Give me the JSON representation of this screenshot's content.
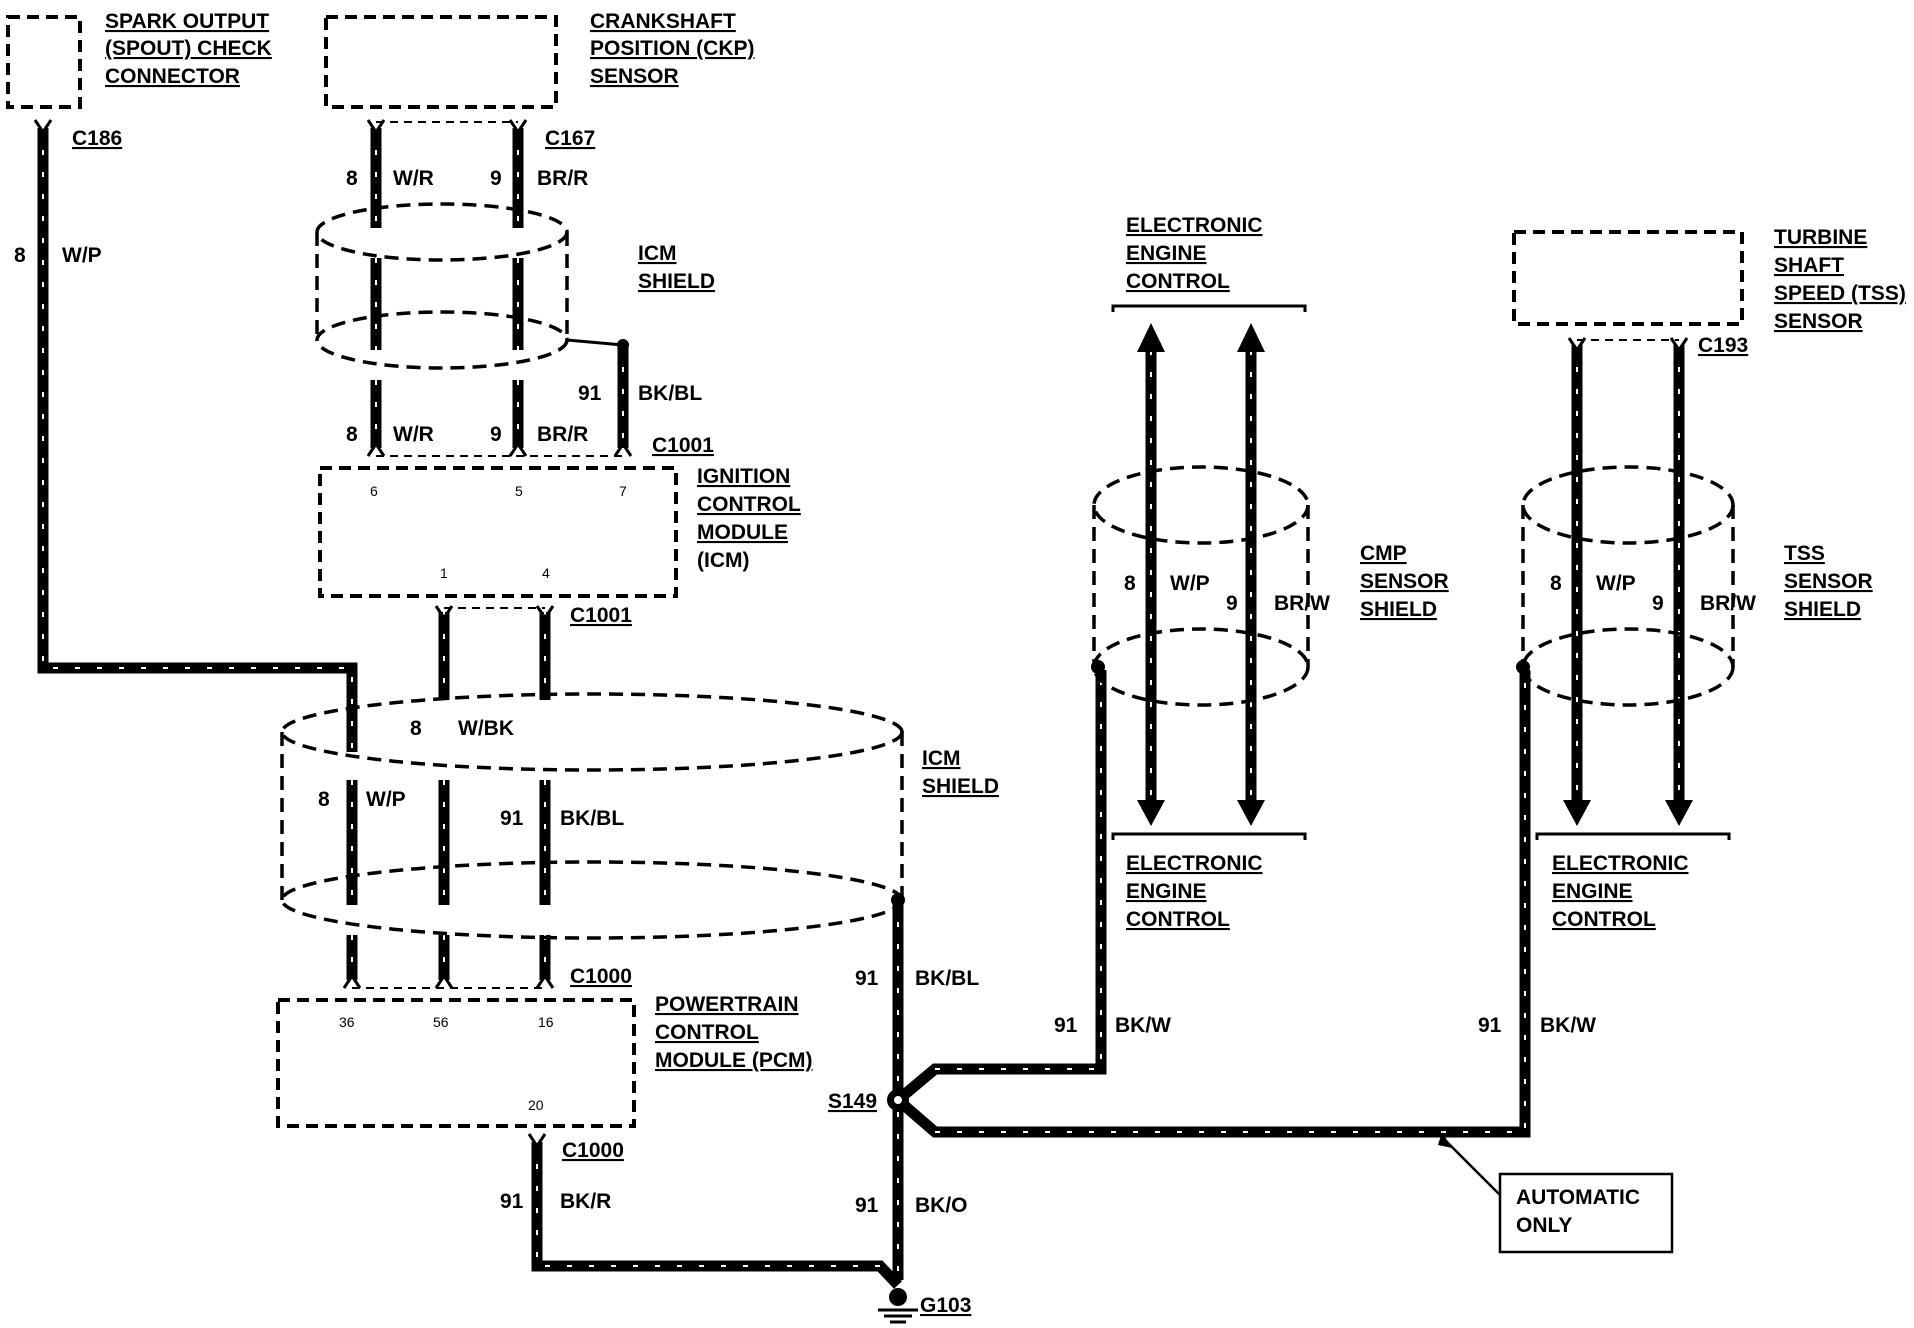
{
  "spout": {
    "title_lines": [
      "SPARK OUTPUT",
      "(SPOUT) CHECK",
      "CONNECTOR"
    ],
    "connector": "C186",
    "circuit": "8",
    "color": "W/P"
  },
  "ckp": {
    "title_lines": [
      "CRANKSHAFT",
      "POSITION (CKP)",
      "SENSOR"
    ],
    "connector": "C167",
    "wires": [
      {
        "circuit": "8",
        "color": "W/R"
      },
      {
        "circuit": "9",
        "color": "BR/R"
      }
    ]
  },
  "icm_shield_upper": {
    "label_lines": [
      "ICM",
      "SHIELD"
    ],
    "drain_circuit": "91",
    "drain_color": "BK/BL"
  },
  "icm_inputs": {
    "wires": [
      {
        "circuit": "8",
        "color": "W/R"
      },
      {
        "circuit": "9",
        "color": "BR/R"
      }
    ],
    "connector": "C1001"
  },
  "icm": {
    "title_lines": [
      "IGNITION",
      "CONTROL",
      "MODULE",
      "(ICM)"
    ],
    "pins_top": [
      "6",
      "5",
      "7"
    ],
    "pins_bottom": [
      "1",
      "4"
    ],
    "bottom_connector": "C1001"
  },
  "icm_shield_lower": {
    "label_lines": [
      "ICM",
      "SHIELD"
    ],
    "wires": [
      {
        "circuit": "8",
        "color": "W/BK"
      },
      {
        "circuit": "8",
        "color": "W/P"
      },
      {
        "circuit": "91",
        "color": "BK/BL"
      }
    ],
    "drain_circuit": "91",
    "drain_color": "BK/BL"
  },
  "pcm": {
    "title_lines": [
      "POWERTRAIN",
      "CONTROL",
      "MODULE (PCM)"
    ],
    "top_connector": "C1000",
    "pins_top": [
      "36",
      "56",
      "16"
    ],
    "pin_bottom": "20",
    "bottom_connector": "C1000",
    "ground_circuit": "91",
    "ground_color": "BK/R"
  },
  "splice": {
    "label": "S149",
    "to_ground_circuit": "91",
    "to_ground_color": "BK/O"
  },
  "ground": {
    "label": "G103"
  },
  "cmp": {
    "eec_top_lines": [
      "ELECTRONIC",
      "ENGINE",
      "CONTROL"
    ],
    "shield_lines": [
      "CMP",
      "SENSOR",
      "SHIELD"
    ],
    "wires": [
      {
        "circuit": "8",
        "color": "W/P"
      },
      {
        "circuit": "9",
        "color": "BR/W"
      }
    ],
    "eec_bottom_lines": [
      "ELECTRONIC",
      "ENGINE",
      "CONTROL"
    ],
    "drain_circuit": "91",
    "drain_color": "BK/W"
  },
  "tss": {
    "title_lines": [
      "TURBINE",
      "SHAFT",
      "SPEED (TSS)",
      "SENSOR"
    ],
    "connector": "C193",
    "shield_lines": [
      "TSS",
      "SENSOR",
      "SHIELD"
    ],
    "wires": [
      {
        "circuit": "8",
        "color": "W/P"
      },
      {
        "circuit": "9",
        "color": "BR/W"
      }
    ],
    "eec_bottom_lines": [
      "ELECTRONIC",
      "ENGINE",
      "CONTROL"
    ],
    "drain_circuit": "91",
    "drain_color": "BK/W"
  },
  "note": {
    "lines": [
      "AUTOMATIC",
      "ONLY"
    ]
  }
}
